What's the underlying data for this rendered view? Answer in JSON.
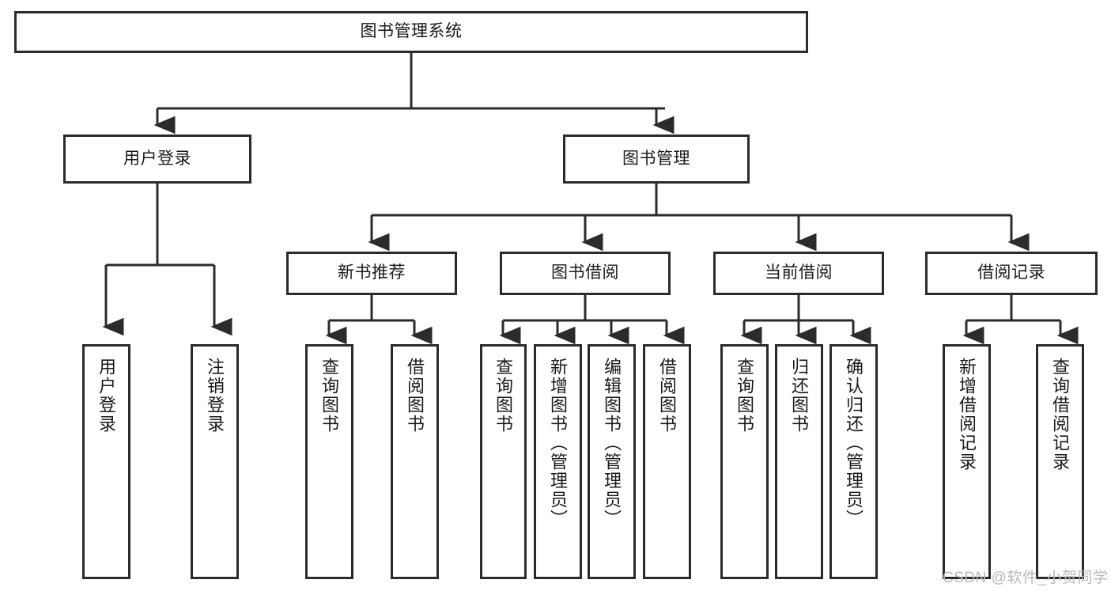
{
  "diagram": {
    "type": "tree-hierarchy",
    "title": "图书管理系统",
    "watermark": "CSDN @软件_小贺同学",
    "colors": {
      "background": "#ffffff",
      "stroke": "#2b2b2b",
      "node_fill": "#ffffff",
      "text": "#1a1a1a",
      "watermark": "#b9b9b9"
    },
    "nodes": {
      "root": {
        "label": "图书管理系统"
      },
      "level2": [
        {
          "label": "用户登录"
        },
        {
          "label": "图书管理"
        }
      ],
      "level3": [
        {
          "label": "新书推荐"
        },
        {
          "label": "图书借阅"
        },
        {
          "label": "当前借阅"
        },
        {
          "label": "借阅记录"
        }
      ],
      "leaves": {
        "user_login": [
          {
            "label": "用户登录"
          },
          {
            "label": "注销登录"
          }
        ],
        "new_book_recommend": [
          {
            "label": "查询图书"
          },
          {
            "label": "借阅图书"
          }
        ],
        "book_borrow": [
          {
            "label": "查询图书"
          },
          {
            "label": "新增图书（管理员）"
          },
          {
            "label": "编辑图书（管理员）"
          },
          {
            "label": "借阅图书"
          }
        ],
        "current_borrow": [
          {
            "label": "查询图书"
          },
          {
            "label": "归还图书"
          },
          {
            "label": "确认归还（管理员）"
          }
        ],
        "borrow_record": [
          {
            "label": "新增借阅记录"
          },
          {
            "label": "查询借阅记录"
          }
        ]
      }
    }
  }
}
